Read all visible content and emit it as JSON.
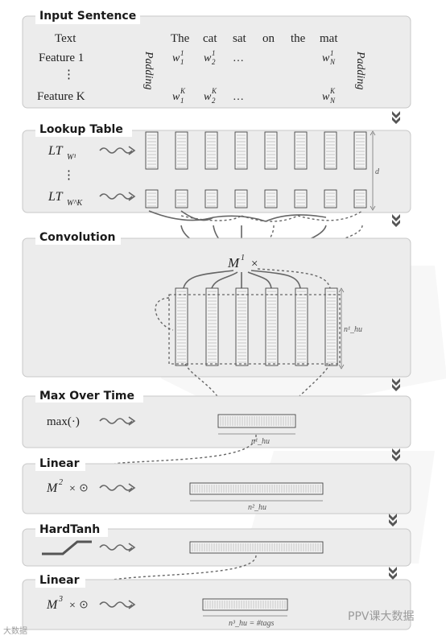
{
  "sections": {
    "input": {
      "title": "Input Sentence",
      "row_text": "Text",
      "row_feature1": "Feature 1",
      "row_featureK": "Feature K",
      "vdots": "⋮",
      "words": [
        "The",
        "cat",
        "sat",
        "on",
        "the",
        "mat"
      ],
      "padding": "Padding",
      "w1": "w",
      "feature1_tokens": [
        "w¹₁",
        "w¹₂",
        "…",
        "w¹_N"
      ],
      "featureK_tokens": [
        "w^K₁",
        "w^K₂",
        "…",
        "w^K_N"
      ],
      "ellipsis": "…"
    },
    "lookup": {
      "title": "Lookup Table",
      "lt_top": "LT",
      "lt_top_sub": "W¹",
      "lt_bottom": "LT",
      "lt_bottom_sub": "W^K",
      "vdots": "⋮",
      "dim_label": "d"
    },
    "convolution": {
      "title": "Convolution",
      "operator": "M¹ ×",
      "dim_label": "n¹_hu"
    },
    "maxovertime": {
      "title": "Max Over Time",
      "func": "max(·)",
      "dim_label": "n¹_hu"
    },
    "linear1": {
      "title": "Linear",
      "operator": "M² ×⊙",
      "dim_label": "n²_hu"
    },
    "hardtanh": {
      "title": "HardTanh"
    },
    "linear2": {
      "title": "Linear",
      "operator": "M³ ×⊙",
      "dim_label": "n³_hu = #tags"
    }
  },
  "watermark": {
    "left": "大数据",
    "right": "PPV课大数据"
  }
}
